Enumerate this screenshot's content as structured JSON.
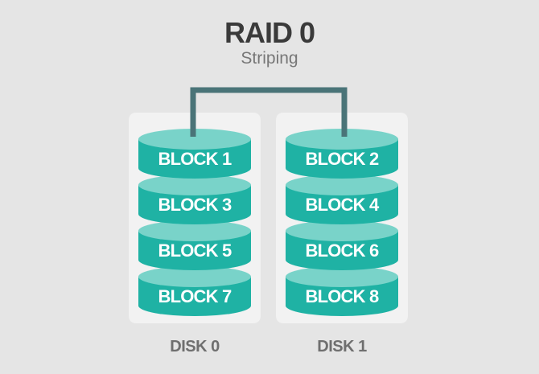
{
  "diagram": {
    "title": "RAID 0",
    "subtitle": "Striping",
    "disks": [
      {
        "label": "DISK 0",
        "blocks": [
          "BLOCK 1",
          "BLOCK 3",
          "BLOCK 5",
          "BLOCK 7"
        ]
      },
      {
        "label": "DISK 1",
        "blocks": [
          "BLOCK 2",
          "BLOCK 4",
          "BLOCK 6",
          "BLOCK 8"
        ]
      }
    ]
  },
  "colors": {
    "background": "#e5e5e5",
    "disk_case": "#f2f2f2",
    "block_body": "#1fb2a4",
    "block_top": "#79d3c9",
    "connector": "#4a7478",
    "title_text": "#3a3a3a",
    "subtitle_text": "#777777",
    "disk_label_text": "#6f6f6f"
  }
}
